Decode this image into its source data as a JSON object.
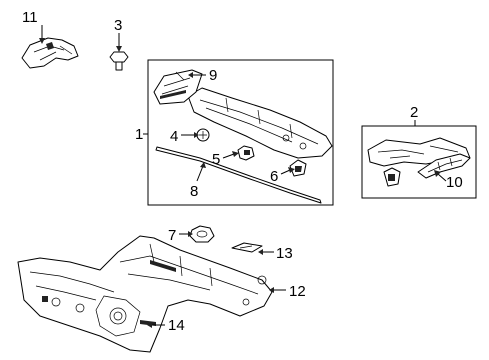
{
  "callouts": {
    "c1": "1",
    "c2": "2",
    "c3": "3",
    "c4": "4",
    "c5": "5",
    "c6": "6",
    "c7": "7",
    "c8": "8",
    "c9": "9",
    "c10": "10",
    "c11": "11",
    "c12": "12",
    "c13": "13",
    "c14": "14"
  },
  "icons": [
    "arrow-icon",
    "bracket-line"
  ]
}
